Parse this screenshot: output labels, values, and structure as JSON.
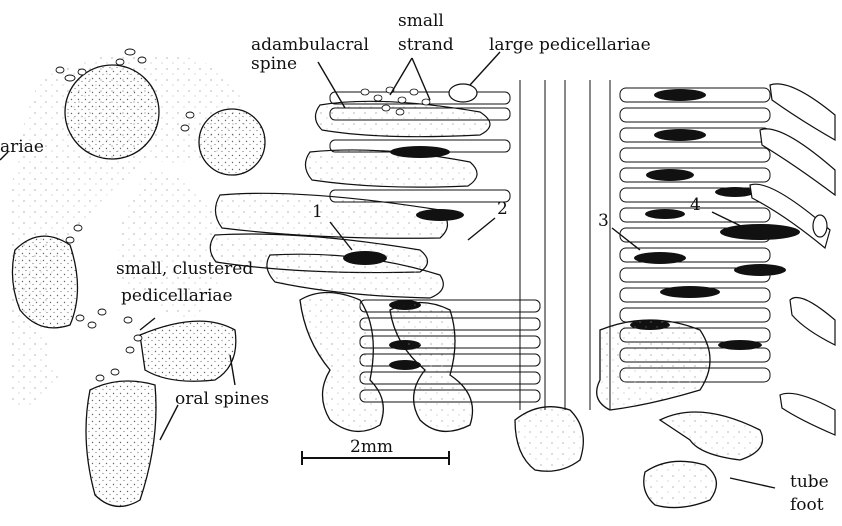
{
  "labels": {
    "adambulacral_spine_line1": "adambulacral",
    "adambulacral_spine_line2": "spine",
    "small_strand_line1": "small",
    "small_strand_line2": "strand",
    "large_pedicellariae": "large pedicellariae",
    "pedicellariae_cut": "ariae",
    "small_clustered_line1": "small, clustered",
    "small_clustered_line2": "pedicellariae",
    "oral_spines": "oral spines",
    "scale_bar": "2mm",
    "tube_foot_line1": "tube",
    "tube_foot_line2": "foot",
    "num_1": "1",
    "num_2": "2",
    "num_3": "3",
    "num_4": "4"
  },
  "colors": {
    "ink": "#111111",
    "paper": "#ffffff",
    "stipple": "#555555"
  }
}
